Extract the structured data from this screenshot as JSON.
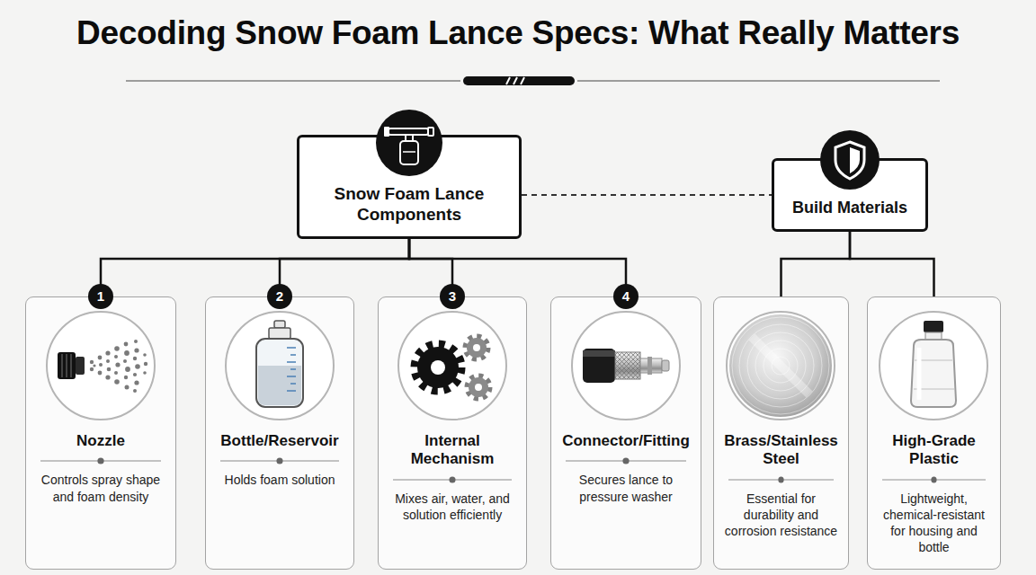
{
  "diagram": {
    "title": "Decoding Snow Foam Lance Specs: What Really Matters",
    "nodes": [
      {
        "text": [
          "Snow Foam Lance Components"
        ]
      },
      {
        "text": [
          "Build Materials"
        ]
      },
      {
        "text": [
          "Nozzle",
          "Controls spray shape and foam density"
        ]
      },
      {
        "text": [
          "Bottle/Reservoir",
          "Holds foam solution"
        ]
      },
      {
        "text": [
          "Internal Mechanism",
          "Mixes air, water, and solution efficiently"
        ]
      },
      {
        "text": [
          "Connector/Fitting",
          "Secures lance to pressure washer"
        ]
      },
      {
        "text": [
          "Brass/Stainless Steel",
          "Essential for durability and corrosion resistance"
        ]
      },
      {
        "text": [
          "High-Grade Plastic",
          "Lightweight, chemical-resistant for housing and bottle"
        ]
      }
    ],
    "edges": [
      {
        "from": 0,
        "to": 1,
        "arrow": "none"
      },
      {
        "from": 0,
        "to": 2,
        "arrow": "none"
      },
      {
        "from": 0,
        "to": 3,
        "arrow": "none"
      },
      {
        "from": 0,
        "to": 4,
        "arrow": "none"
      },
      {
        "from": 0,
        "to": 5,
        "arrow": "none"
      },
      {
        "from": 1,
        "to": 6,
        "arrow": "none"
      },
      {
        "from": 1,
        "to": 7,
        "arrow": "none"
      }
    ],
    "labels": [
      "1",
      "2",
      "3",
      "4"
    ]
  }
}
